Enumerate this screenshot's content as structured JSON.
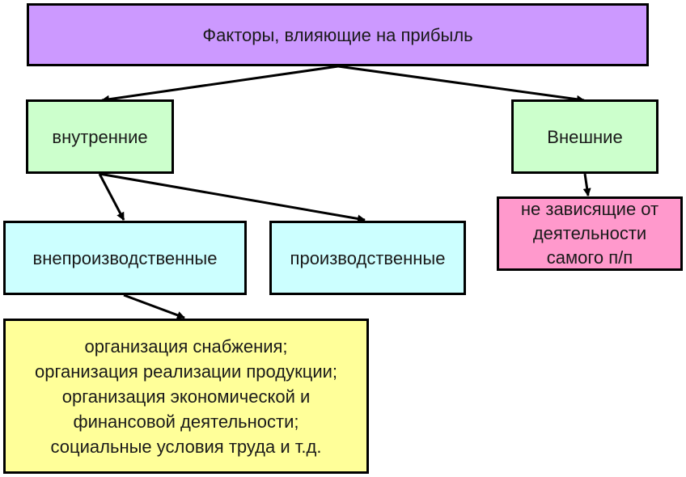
{
  "colors": {
    "root": "#cc99ff",
    "internal": "#ccffcc",
    "external": "#ccffcc",
    "external_detail": "#ff99cc",
    "nonproduction": "#ccffff",
    "production": "#ccffff",
    "details": "#ffff99",
    "border": "#000000",
    "edge": "#000000"
  },
  "nodes": {
    "root": {
      "label": "Факторы, влияющие на прибыль"
    },
    "internal": {
      "label": "внутренние"
    },
    "external": {
      "label": "Внешние"
    },
    "external_detail": {
      "label": "не зависящие от\nдеятельности\nсамого п/п"
    },
    "nonproduction": {
      "label": "внепроизводственные"
    },
    "production": {
      "label": "производственные"
    },
    "details": {
      "label": "организация снабжения;\nорганизация реализации продукции;\nорганизация экономической и\nфинансовой деятельности;\nсоциальные условия труда и т.д."
    }
  },
  "edges": [
    {
      "from": "root",
      "to": "internal"
    },
    {
      "from": "root",
      "to": "external"
    },
    {
      "from": "internal",
      "to": "nonproduction"
    },
    {
      "from": "internal",
      "to": "production"
    },
    {
      "from": "external",
      "to": "external_detail"
    },
    {
      "from": "nonproduction",
      "to": "details"
    }
  ]
}
